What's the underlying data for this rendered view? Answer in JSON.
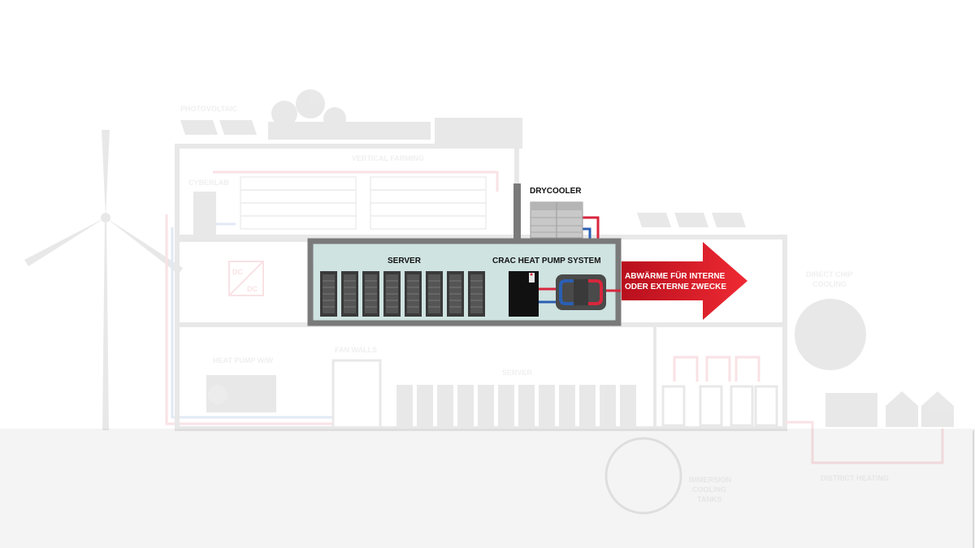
{
  "diagram": {
    "labels": {
      "photovoltaic": "PHOTOVOLTAIC",
      "vertical_farming": "VERTICAL FARMING",
      "cyberlab": "CYBERLAB",
      "drycooler": "DRYCOOLER",
      "server_main": "SERVER",
      "crac": "CRAC HEAT PUMP SYSTEM",
      "arrow_line1": "ABWÄRME FÜR INTERNE",
      "arrow_line2": "ODER EXTERNE ZWECKE",
      "direct_chip_line1": "DIRECT CHIP",
      "direct_chip_line2": "COOLING",
      "heat_pump": "HEAT PUMP W/W",
      "fan_walls": "FAN WALLS",
      "server_lower": "SERVER",
      "immersion_line1": "IMMERSION",
      "immersion_line2": "COOLING",
      "immersion_line3": "TANKS",
      "district_heating": "DISTRICT HEATING",
      "dc_top": "DC",
      "dc_bottom": "DC"
    },
    "colors": {
      "wall": "#7a7a7a",
      "room_fill": "#cfe3e1",
      "rack": "#3a3a3a",
      "crac_unit": "#111111",
      "heat_pipe_red": "#d7263d",
      "cool_pipe_blue": "#2b5fb3",
      "arrow_red": "#e3202a",
      "ghost": "#8a8a8a"
    }
  }
}
